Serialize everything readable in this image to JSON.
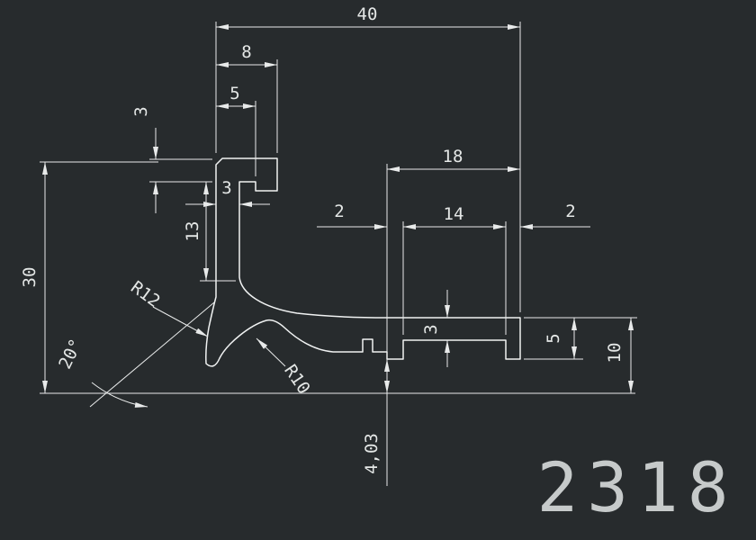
{
  "title": {
    "part_number": "2318"
  },
  "colors": {
    "background": "#272b2d",
    "line": "#e8eaea",
    "text": "#e4e7e6",
    "part_number": "#c6caca"
  },
  "dimensions": {
    "total_width": "40",
    "hook_width": "8",
    "hook_inner_width": "5",
    "cap_thickness": "3",
    "leg_thickness": "3",
    "leg_height": "13",
    "total_height": "30",
    "hook_angle": "20°",
    "outer_radius": "R12",
    "inner_radius": "R10",
    "channel_width": "18",
    "channel_inner_width": "14",
    "left_lip": "2",
    "right_lip": "2",
    "arm_thickness": "3",
    "end_height": "5",
    "arm_height": "10",
    "foot_clearance": "4,03"
  }
}
